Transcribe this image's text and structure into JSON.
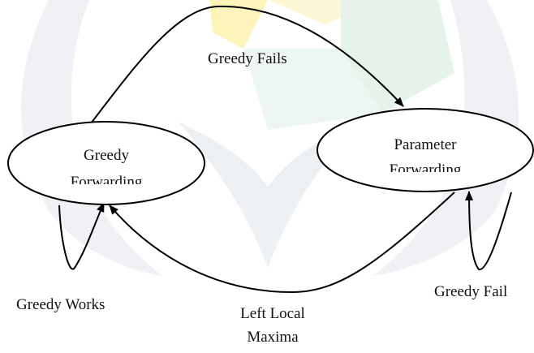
{
  "diagram": {
    "nodes": [
      {
        "id": "greedy",
        "label_line1": "Greedy",
        "label_line2": "Forwarding"
      },
      {
        "id": "parameter",
        "label_line1": "Parameter",
        "label_line2": "Forwarding"
      }
    ],
    "edges": [
      {
        "id": "greedy-to-parameter",
        "from": "greedy",
        "to": "parameter",
        "label": "Greedy Fails"
      },
      {
        "id": "parameter-to-greedy",
        "from": "parameter",
        "to": "greedy",
        "label_line1": "Left Local",
        "label_line2": "Maxima"
      },
      {
        "id": "greedy-self-loop",
        "from": "greedy",
        "to": "greedy",
        "label": "Greedy Works"
      },
      {
        "id": "parameter-self-loop",
        "from": "parameter",
        "to": "parameter",
        "label": "Greedy Fail"
      }
    ],
    "colors": {
      "background": "#ffffff",
      "watermark_yellow": "#fdf3b4",
      "watermark_green": "#dff0e4",
      "watermark_gray": "#e9ecef",
      "stroke": "#000000"
    }
  }
}
